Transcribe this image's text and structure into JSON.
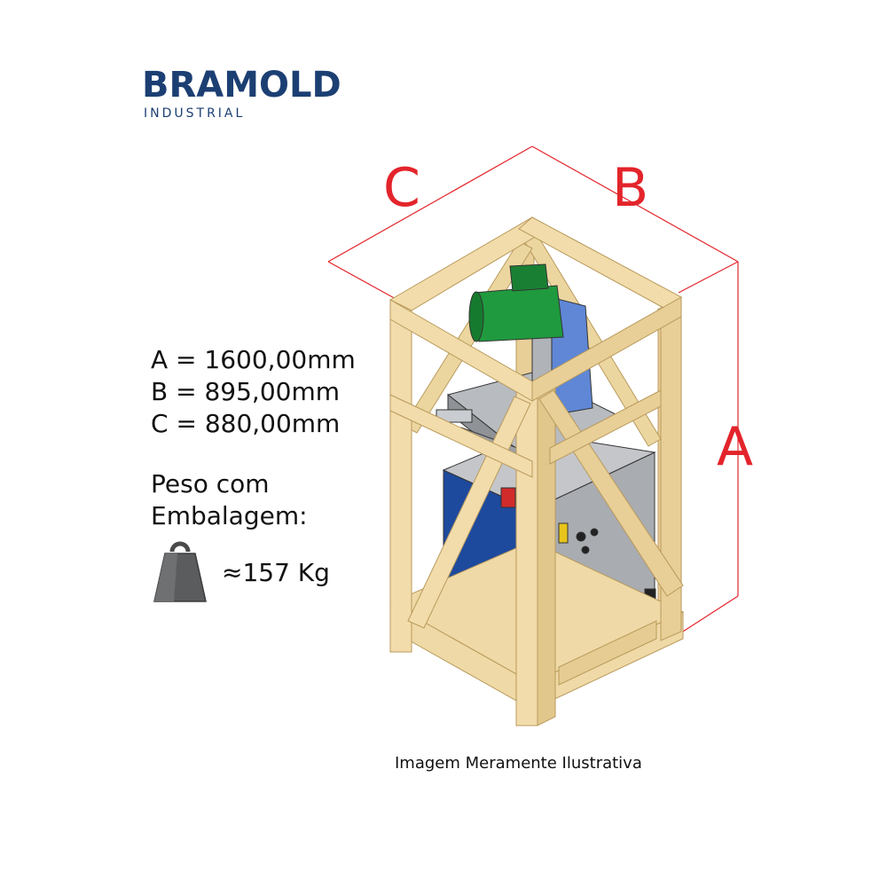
{
  "brand": {
    "name": "BRAMOLD",
    "subtitle": "INDUSTRIAL"
  },
  "dimensions": {
    "a_line": "A = 1600,00mm",
    "b_line": "B = 895,00mm",
    "c_line": "C = 880,00mm",
    "label_a": "A",
    "label_b": "B",
    "label_c": "C"
  },
  "weight": {
    "label_line1": "Peso com",
    "label_line2": "Embalagem:",
    "value": "≈157 Kg",
    "icon": "weight-icon"
  },
  "footnote": "Imagem Meramente Ilustrativa",
  "colors": {
    "brand": "#1c3f73",
    "dimension_lines": "#e3242b",
    "wood": "#efd9a6",
    "machine_blue": "#1e4a9e",
    "motor_green": "#1f9a3e",
    "machine_gray": "#a9acb0"
  }
}
